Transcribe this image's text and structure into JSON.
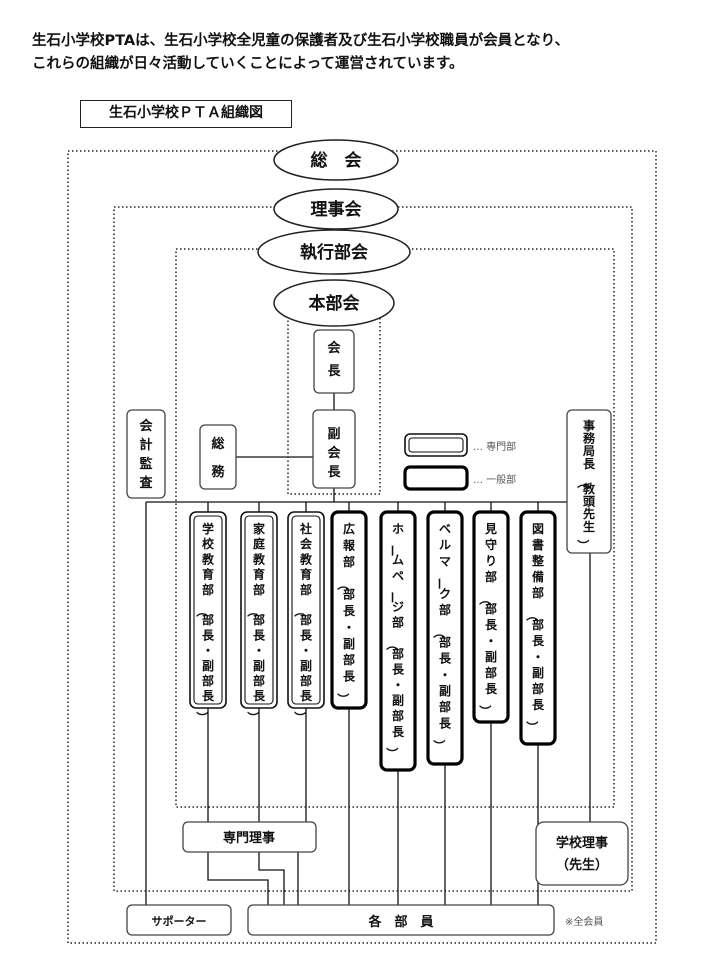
{
  "intro": {
    "line1": "生石小学校PTAは、生石小学校全児童の保護者及び生石小学校職員が会員となり、",
    "line2": "これらの組織が日々活動していくことによって運営されています。"
  },
  "chart_title": "生石小学校ＰＴＡ組織図",
  "nodes": {
    "soukai": "総　会",
    "rijikai": "理事会",
    "shikkoubukai": "執行部会",
    "honbukai": "本部会",
    "kaichou": "会長",
    "fukukaichou": "副会長",
    "kaikei": "会計監査",
    "soumu": "総務",
    "jimukyokuchou": "事務局長（教頭先生）",
    "gakkou": "学校教育部（部長・副部長）",
    "katei": "家庭教育部（部長・副部長）",
    "shakai": "社会教育部（部長・副部長）",
    "kouhou": "広報部（部長・副部長）",
    "homepage": "ホームページ部（部長・副部長）",
    "bellmark": "ベルマーク部（部長・副部長）",
    "mimamori": "見守り部（部長・副部長）",
    "tosho": "図書整備部（部長・副部長）",
    "senmon_riji": "専門理事",
    "gakkou_riji_1": "学校理事",
    "gakkou_riji_2": "（先生）",
    "supporter": "サポーター",
    "kakubuin": "各　部　員",
    "zenkaiin": "※全会員"
  },
  "legend": {
    "senmon": "… 専門部",
    "ippan": "… 一般部"
  },
  "colors": {
    "line": "#111111",
    "gray_text": "#555555"
  }
}
